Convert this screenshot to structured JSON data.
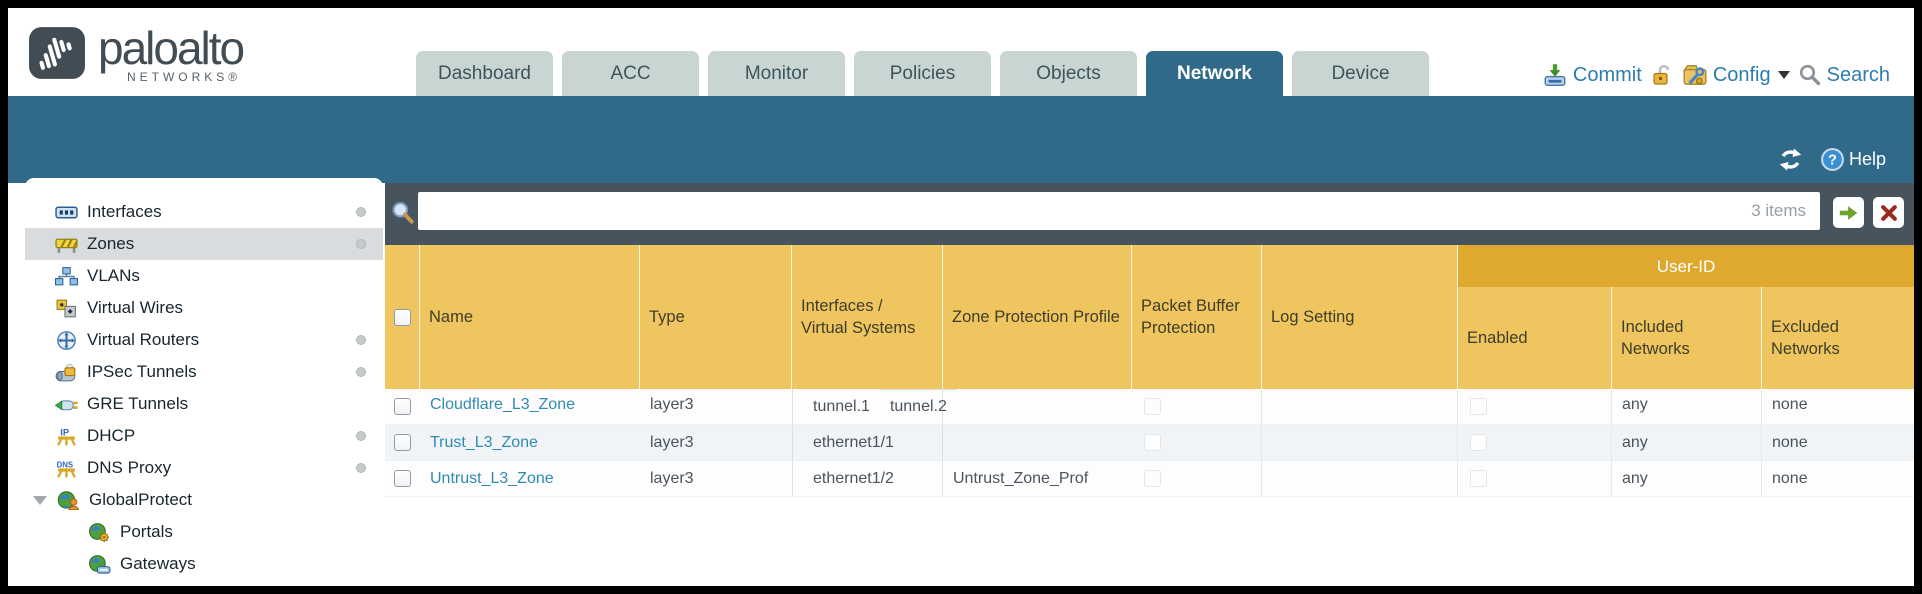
{
  "brand": {
    "name": "paloalto",
    "subname": "NETWORKS®"
  },
  "nav_tabs": [
    {
      "label": "Dashboard",
      "active": false
    },
    {
      "label": "ACC",
      "active": false
    },
    {
      "label": "Monitor",
      "active": false
    },
    {
      "label": "Policies",
      "active": false
    },
    {
      "label": "Objects",
      "active": false
    },
    {
      "label": "Network",
      "active": true
    },
    {
      "label": "Device",
      "active": false
    }
  ],
  "utilities": {
    "commit_label": "Commit",
    "config_label": "Config",
    "search_label": "Search"
  },
  "band": {
    "help_label": "Help"
  },
  "toolbar": {
    "search_value": "",
    "items_count": "3 items"
  },
  "sidebar": {
    "items": [
      {
        "label": "Interfaces",
        "icon": "interfaces-icon",
        "has_dot": true,
        "selected": false
      },
      {
        "label": "Zones",
        "icon": "zones-icon",
        "has_dot": true,
        "selected": true
      },
      {
        "label": "VLANs",
        "icon": "vlans-icon",
        "has_dot": false,
        "selected": false
      },
      {
        "label": "Virtual Wires",
        "icon": "virtual-wires-icon",
        "has_dot": false,
        "selected": false
      },
      {
        "label": "Virtual Routers",
        "icon": "virtual-routers-icon",
        "has_dot": true,
        "selected": false
      },
      {
        "label": "IPSec Tunnels",
        "icon": "ipsec-tunnels-icon",
        "has_dot": true,
        "selected": false
      },
      {
        "label": "GRE Tunnels",
        "icon": "gre-tunnels-icon",
        "has_dot": false,
        "selected": false
      },
      {
        "label": "DHCP",
        "icon": "dhcp-icon",
        "has_dot": true,
        "selected": false
      },
      {
        "label": "DNS Proxy",
        "icon": "dns-proxy-icon",
        "has_dot": true,
        "selected": false
      },
      {
        "label": "GlobalProtect",
        "icon": "globalprotect-icon",
        "has_dot": false,
        "selected": false,
        "expanded": true
      },
      {
        "label": "Portals",
        "icon": "portals-icon",
        "has_dot": false,
        "selected": false,
        "child": true
      },
      {
        "label": "Gateways",
        "icon": "gateways-icon",
        "has_dot": false,
        "selected": false,
        "child": true
      }
    ]
  },
  "table": {
    "group_header": "User-ID",
    "columns": [
      "Name",
      "Type",
      "Interfaces / Virtual Systems",
      "Zone Protection Profile",
      "Packet Buffer Protection",
      "Log Setting",
      "Enabled",
      "Included Networks",
      "Excluded Networks"
    ],
    "rows": [
      {
        "name": "Cloudflare_L3_Zone",
        "type": "layer3",
        "interfaces": [
          "tunnel.1",
          "tunnel.2"
        ],
        "zone_protection_profile": "",
        "log_setting": "",
        "included_networks": "any",
        "excluded_networks": "none"
      },
      {
        "name": "Trust_L3_Zone",
        "type": "layer3",
        "interfaces": [
          "ethernet1/1"
        ],
        "zone_protection_profile": "",
        "log_setting": "",
        "included_networks": "any",
        "excluded_networks": "none"
      },
      {
        "name": "Untrust_L3_Zone",
        "type": "layer3",
        "interfaces": [
          "ethernet1/2"
        ],
        "zone_protection_profile": "Untrust_Zone_Prof",
        "log_setting": "",
        "included_networks": "any",
        "excluded_networks": "none"
      }
    ]
  },
  "colors": {
    "teal": "#306a88",
    "header_orange": "#eec55e",
    "userid_orange": "#dfa930",
    "link_blue": "#2f8bb2",
    "action_blue": "#2d7cb0"
  }
}
